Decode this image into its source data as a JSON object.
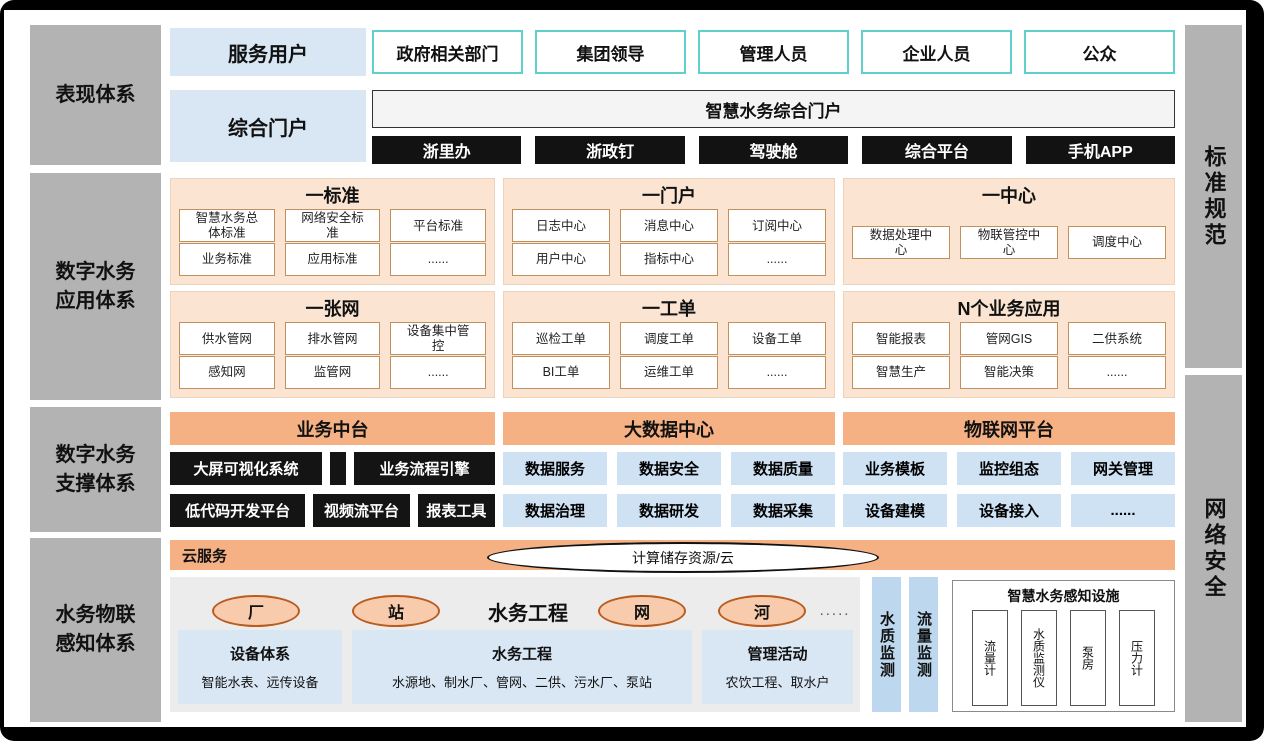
{
  "colors": {
    "rail_gray": "#b3b3b3",
    "blue_panel": "#d9e7f5",
    "teal_border": "#5fd0cc",
    "peach_group": "#fbe5d2",
    "orange_header": "#f5b183",
    "light_blue_box": "#cfe2f3",
    "dark_box": "#141414"
  },
  "rails": {
    "left": [
      "表现体系",
      "数字水务\n应用体系",
      "数字水务\n支撑体系",
      "水务物联\n感知体系"
    ],
    "right": [
      "标准规范",
      "网络安全"
    ]
  },
  "presentation": {
    "service_users": "服务用户",
    "users": [
      "政府相关部门",
      "集团领导",
      "管理人员",
      "企业人员",
      "公众"
    ],
    "portal": "综合门户",
    "portal_title": "智慧水务综合门户",
    "channels": [
      "浙里办",
      "浙政钉",
      "驾驶舱",
      "综合平台",
      "手机APP"
    ]
  },
  "application": {
    "groups": [
      {
        "title": "一标准",
        "row1": [
          "智慧水务总\n体标准",
          "网络安全标\n准",
          "平台标准"
        ],
        "row2": [
          "业务标准",
          "应用标准",
          "......"
        ]
      },
      {
        "title": "一门户",
        "row1": [
          "日志中心",
          "消息中心",
          "订阅中心"
        ],
        "row2": [
          "用户中心",
          "指标中心",
          "......"
        ]
      },
      {
        "title": "一中心",
        "row1": [
          "数据处理中\n心",
          "物联管控中\n心",
          "调度中心"
        ]
      },
      {
        "title": "一张网",
        "row1": [
          "供水管网",
          "排水管网",
          "设备集中管\n控"
        ],
        "row2": [
          "感知网",
          "监管网",
          "......"
        ]
      },
      {
        "title": "一工单",
        "row1": [
          "巡检工单",
          "调度工单",
          "设备工单"
        ],
        "row2": [
          "BI工单",
          "运维工单",
          "......"
        ]
      },
      {
        "title": "N个业务应用",
        "row1": [
          "智能报表",
          "管网GIS",
          "二供系统"
        ],
        "row2": [
          "智慧生产",
          "智能决策",
          "......"
        ]
      }
    ]
  },
  "support": {
    "headers": [
      "业务中台",
      "大数据中心",
      "物联网平台"
    ],
    "dark_row1": [
      "大屏可视化系统",
      "业务流程引擎"
    ],
    "blue_row1": [
      "数据服务",
      "数据安全",
      "数据质量",
      "业务模板",
      "监控组态",
      "网关管理"
    ],
    "dark_row2": [
      "低代码开发平台",
      "视频流平台",
      "报表工具"
    ],
    "blue_row2": [
      "数据治理",
      "数据研发",
      "数据采集",
      "设备建模",
      "设备接入",
      "......"
    ]
  },
  "iot": {
    "cloud_label": "云服务",
    "cloud_resource": "计算储存资源/云",
    "title": "水务工程",
    "nodes": [
      "厂",
      "站",
      "网",
      "河"
    ],
    "more": ".....",
    "panels": [
      {
        "title": "设备体系",
        "desc": "智能水表、远传设备"
      },
      {
        "title": "水务工程",
        "desc": "水源地、制水厂、管网、二供、污水厂、泵站"
      },
      {
        "title": "管理活动",
        "desc": "农饮工程、取水户"
      }
    ],
    "monitors": [
      "水质监测",
      "流量监测"
    ],
    "sensing": {
      "title": "智慧水务感知设施",
      "items": [
        "流量计",
        "水质监测仪",
        "泵房",
        "压力计"
      ]
    }
  }
}
